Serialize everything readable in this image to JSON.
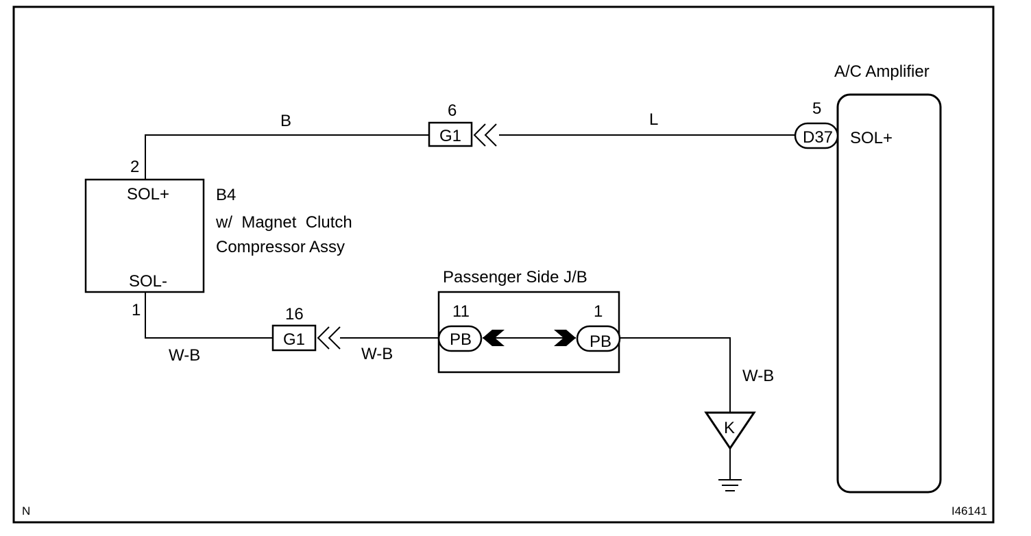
{
  "figure_id": "I46141",
  "corner_mark": "N",
  "ac_amplifier": {
    "title": "A/C Amplifier",
    "connector": "D37",
    "pin": "5",
    "terminal": "SOL+"
  },
  "compressor": {
    "code": "B4",
    "name_line1": "w/  Magnet  Clutch",
    "name_line2": "Compressor Assy",
    "terminal_top": "SOL+",
    "terminal_bottom": "SOL-",
    "pin_top": "2",
    "pin_bottom": "1"
  },
  "connector_g1_upper": {
    "label": "G1",
    "pin": "6"
  },
  "connector_g1_lower": {
    "label": "G1",
    "pin": "16"
  },
  "junction_block": {
    "title": "Passenger Side J/B",
    "left_connector": "PB",
    "left_pin": "11",
    "right_connector": "PB",
    "right_pin": "1"
  },
  "ground": {
    "label": "K"
  },
  "wires": {
    "upper_left": "B",
    "upper_right": "L",
    "lower_left": "W-B",
    "lower_middle": "W-B",
    "ground": "W-B"
  }
}
